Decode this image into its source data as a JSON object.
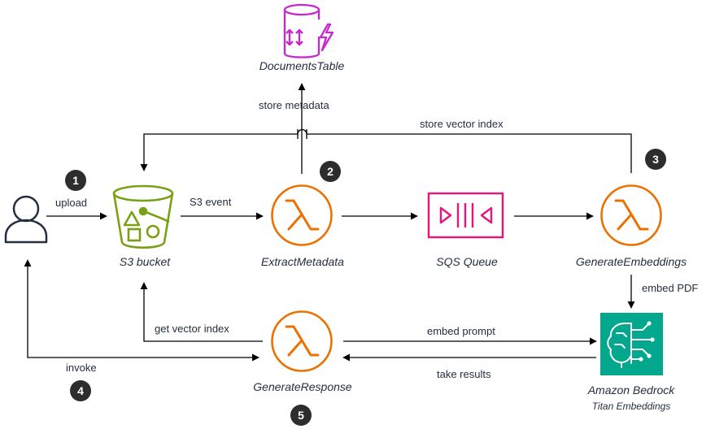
{
  "nodes": {
    "user": {
      "icon": "user-icon"
    },
    "s3": {
      "name": "S3 bucket",
      "icon": "s3-bucket-icon",
      "color": "#7aa116"
    },
    "documents_table": {
      "name": "DocumentsTable",
      "icon": "dynamodb-table-icon",
      "color": "#c925d1"
    },
    "extract_metadata": {
      "name": "ExtractMetadata",
      "icon": "lambda-icon",
      "color": "#ed7100"
    },
    "sqs": {
      "name": "SQS Queue",
      "icon": "sqs-queue-icon",
      "color": "#e7157b"
    },
    "generate_embeddings": {
      "name": "GenerateEmbeddings",
      "icon": "lambda-icon",
      "color": "#ed7100"
    },
    "bedrock": {
      "name": "Amazon Bedrock",
      "subtitle": "Titan Embeddings",
      "icon": "bedrock-icon",
      "color": "#01a88d"
    },
    "generate_response": {
      "name": "GenerateResponse",
      "icon": "lambda-icon",
      "color": "#ed7100"
    }
  },
  "edges": {
    "upload": "upload",
    "s3_event": "S3 event",
    "store_metadata": "store metadata",
    "store_vector_index": "store vector index",
    "embed_pdf": "embed PDF",
    "embed_prompt": "embed prompt",
    "take_results": "take results",
    "get_vector_index": "get vector index",
    "invoke": "invoke"
  },
  "steps": [
    "1",
    "2",
    "3",
    "4",
    "5"
  ],
  "colors": {
    "line": "#000000",
    "step_badge": "#2d2d2d",
    "text": "#232f3e"
  }
}
